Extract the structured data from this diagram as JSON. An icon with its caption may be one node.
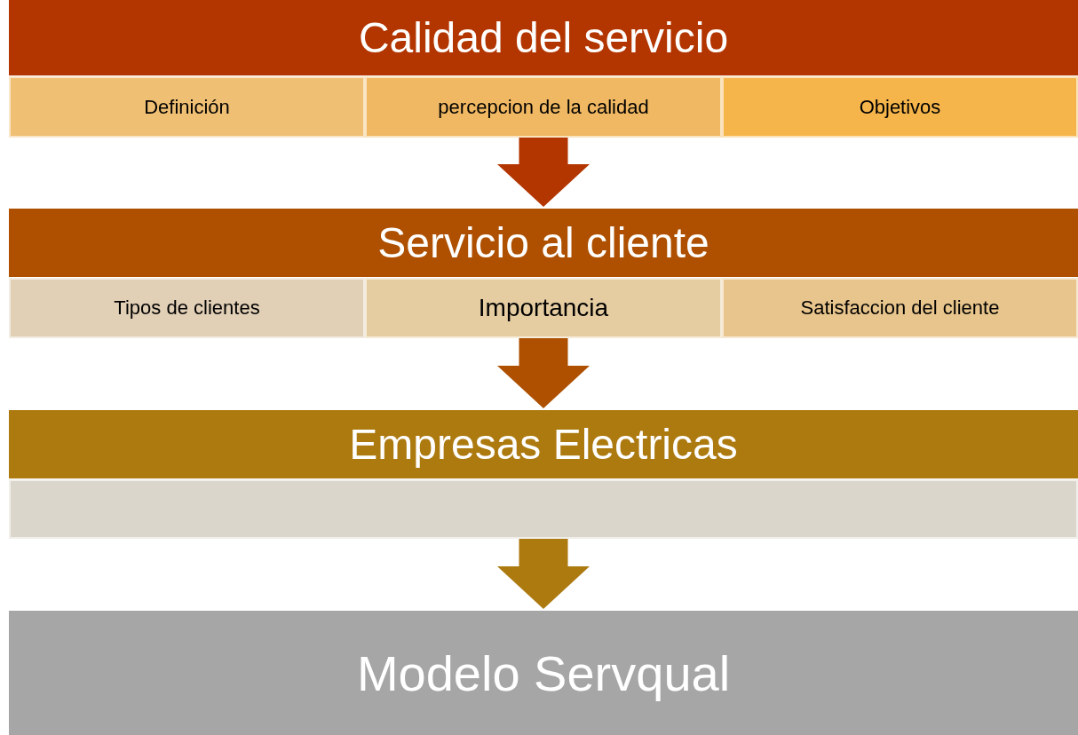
{
  "diagram": {
    "nodes": [
      {
        "text": [
          "Calidad del servicio"
        ]
      },
      {
        "text": [
          "Definición"
        ]
      },
      {
        "text": [
          "percepcion de la calidad"
        ]
      },
      {
        "text": [
          "Objetivos"
        ]
      },
      {
        "text": [
          "Servicio al cliente"
        ]
      },
      {
        "text": [
          "Tipos de clientes"
        ]
      },
      {
        "text": [
          "Importancia"
        ]
      },
      {
        "text": [
          "Satisfaccion del cliente"
        ]
      },
      {
        "text": [
          "Empresas Electricas"
        ]
      },
      {
        "text": [],
        "shape": "box"
      },
      {
        "text": [
          "Modelo Servqual"
        ]
      }
    ],
    "edges": [
      {
        "from": 2,
        "to": 4,
        "arrow": "to",
        "color": "#b33500"
      },
      {
        "from": 6,
        "to": 8,
        "arrow": "to",
        "color": "#ae5000"
      },
      {
        "from": 9,
        "to": 10,
        "arrow": "to",
        "color": "#ad7a10"
      }
    ]
  }
}
